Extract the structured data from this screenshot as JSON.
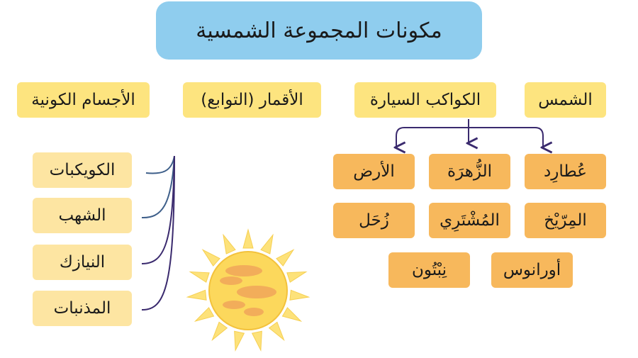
{
  "title": "مكونات المجموعة الشمسية",
  "categories": {
    "sun": "الشمس",
    "planets": "الكواكب السيارة",
    "moons": "الأقمار (التوابع)",
    "bodies": "الأجسام الكونية"
  },
  "planets": {
    "mercury": "عُطارِد",
    "venus": "الزُّهرَة",
    "earth": "الأرض",
    "mars": "المِرّيْخ",
    "jupiter": "المُشْتَرِي",
    "saturn": "زُحَل",
    "uranus": "أورانوس",
    "neptune": "نِبْتُون"
  },
  "bodies": {
    "asteroids": "الكويكبات",
    "meteors": "الشهب",
    "meteorites": "النيازك",
    "comets": "المذنبات"
  },
  "colors": {
    "title_bg": "#8fcdee",
    "category_bg": "#fde47f",
    "planet_bg": "#f7b85c",
    "body_bg": "#fde5a2",
    "arrow": "#3a2a6e"
  }
}
